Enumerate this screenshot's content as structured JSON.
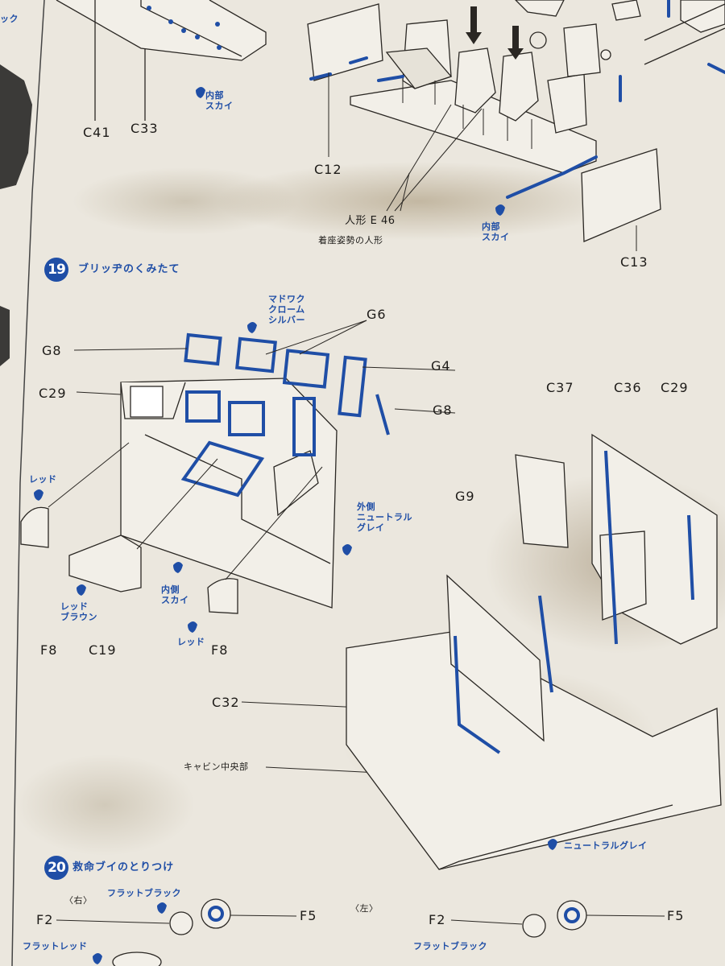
{
  "top_section": {
    "labels": {
      "c41": "C41",
      "c33": "C33",
      "c12": "C12",
      "c13": "C13",
      "figure_part": "人形 E 46",
      "figure_note": "着座姿勢の人形",
      "interior_sky_1": "内部\nスカイ",
      "interior_sky_2": "内部\nスカイ",
      "edge_fragment": "ック"
    }
  },
  "step19": {
    "number": "19",
    "title": "ブリッヂのくみたて",
    "labels": {
      "window_frame_paint": "マドワク\nクローム\nシルバー",
      "g6": "G6",
      "g8_left": "G8",
      "g4": "G4",
      "g8_right": "G8",
      "c29_left": "C29",
      "c37": "C37",
      "c36": "C36",
      "c29_right": "C29",
      "red_left": "レッド",
      "exterior_grey": "外側\nニュートラル\nグレイ",
      "g9": "G9",
      "red_brown": "レッド\nブラウン",
      "inner_sky": "内側\nスカイ",
      "red_bottom": "レッド",
      "f8_left": "F8",
      "c19": "C19",
      "f8_right": "F8",
      "c32": "C32",
      "cabin_center": "キャビン中央部",
      "neutral_grey": "ニュートラルグレイ"
    }
  },
  "step20": {
    "number": "20",
    "title": "救命ブイのとりつけ",
    "labels": {
      "right_side": "〈右〉",
      "left_side": "〈左〉",
      "flat_black_1": "フラットブラック",
      "flat_black_2": "フラットブラック",
      "flat_red": "フラットレッド",
      "f2_left": "F2",
      "f5_left": "F5",
      "f2_right": "F2",
      "f5_right": "F5"
    }
  },
  "colors": {
    "accent_blue": "#1f4ea6",
    "line": "#2a2723",
    "paper": "#ebe7de"
  }
}
